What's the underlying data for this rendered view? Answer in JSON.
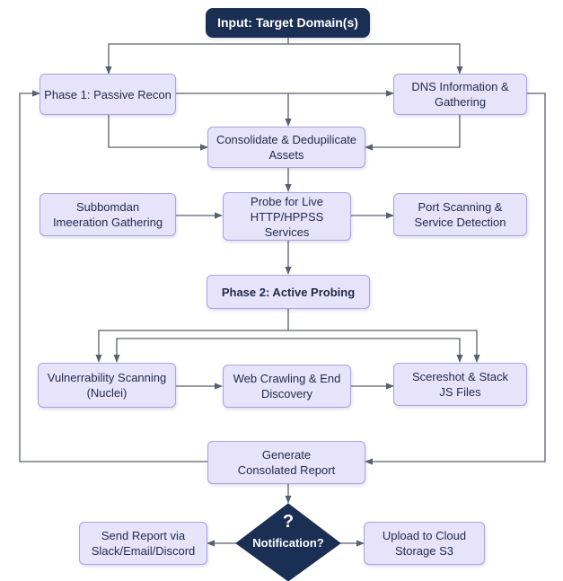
{
  "nodes": {
    "input": "Input: Target Domain(s)",
    "phase1": "Phase 1: Passive Recon",
    "dns": "DNS Information &\nGathering",
    "consolidate": "Consolidate & Dedupilicate\nAssets",
    "subdomain": "Subbomdan\nImeeration Gathering",
    "probe": "Probe for Live\nHTTP/HPPSS\nServices",
    "port": "Port Scanning &\nService Detection",
    "phase2": "Phase 2: Active Probing",
    "vuln": "Vulnerrability Scanning\n(Nuclei)",
    "crawl": "Web Crawling & End\nDiscovery",
    "screenshot": "Scereshot & Stack\nJS Files",
    "report": "Generate\nConsolated Report",
    "send": "Send Report via\nSlack/Email/Discord",
    "upload": "Upload to Cloud\nStorage S3",
    "decision_mark": "?",
    "decision_label": "Notification?"
  },
  "colors": {
    "node_fill": "#e6e3fb",
    "node_border": "#a9a2e4",
    "dark_fill": "#1b2f55",
    "wire": "#5a5f6e"
  }
}
